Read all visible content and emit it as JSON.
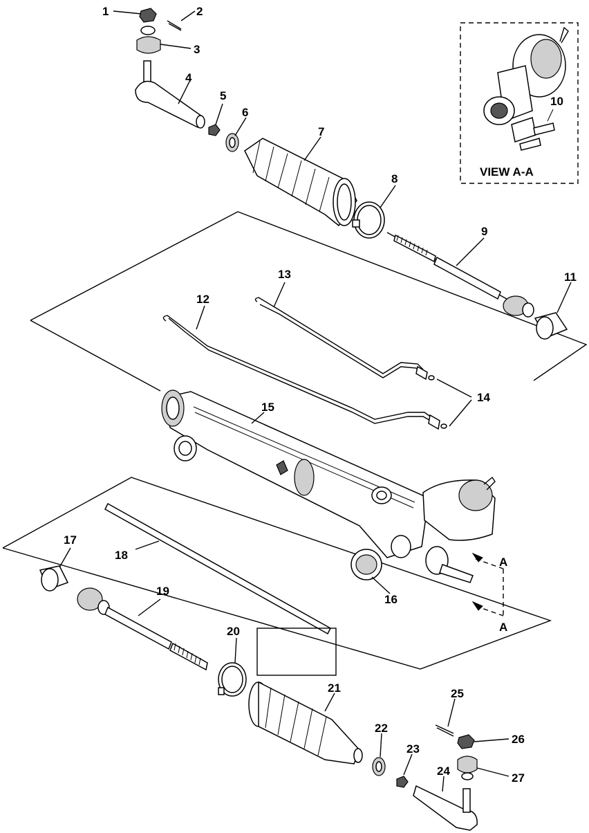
{
  "callouts": [
    {
      "id": "1",
      "text": "1"
    },
    {
      "id": "2",
      "text": "2"
    },
    {
      "id": "3",
      "text": "3"
    },
    {
      "id": "4",
      "text": "4"
    },
    {
      "id": "5",
      "text": "5"
    },
    {
      "id": "6",
      "text": "6"
    },
    {
      "id": "7",
      "text": "7"
    },
    {
      "id": "8",
      "text": "8"
    },
    {
      "id": "9",
      "text": "9"
    },
    {
      "id": "10",
      "text": "10"
    },
    {
      "id": "11",
      "text": "11"
    },
    {
      "id": "12",
      "text": "12"
    },
    {
      "id": "13",
      "text": "13"
    },
    {
      "id": "14",
      "text": "14"
    },
    {
      "id": "15",
      "text": "15"
    },
    {
      "id": "16",
      "text": "16"
    },
    {
      "id": "17",
      "text": "17"
    },
    {
      "id": "18",
      "text": "18"
    },
    {
      "id": "19",
      "text": "19"
    },
    {
      "id": "20",
      "text": "20"
    },
    {
      "id": "21",
      "text": "21"
    },
    {
      "id": "22",
      "text": "22"
    },
    {
      "id": "23",
      "text": "23"
    },
    {
      "id": "24",
      "text": "24"
    },
    {
      "id": "25",
      "text": "25"
    },
    {
      "id": "26",
      "text": "26"
    },
    {
      "id": "27",
      "text": "27"
    }
  ],
  "view_label": "VIEW A-A",
  "section_marker": "A"
}
